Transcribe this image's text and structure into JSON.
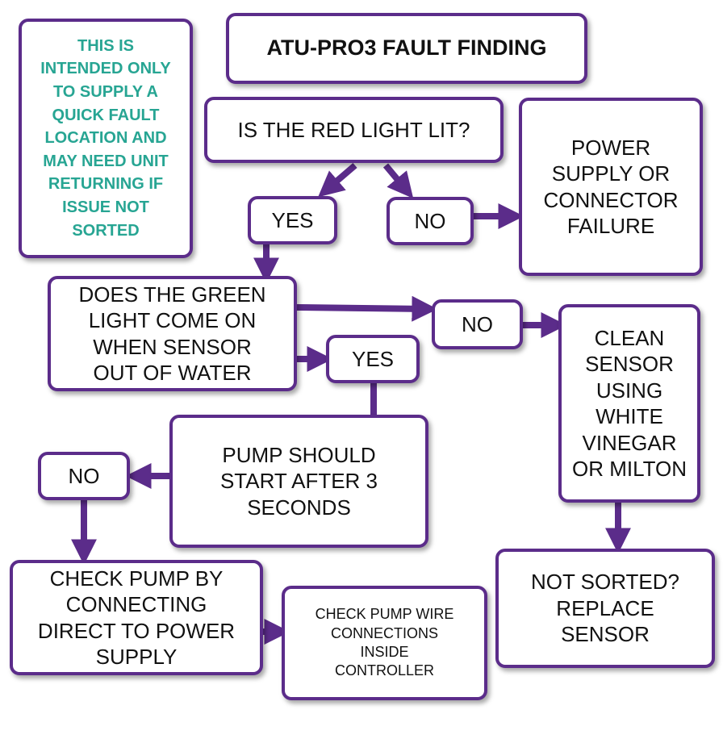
{
  "colors": {
    "border": "#5b2c8a",
    "arrow": "#5b2c8a",
    "note_text": "#27a593",
    "text": "#111111",
    "background": "#ffffff"
  },
  "diagram": {
    "note": "THIS IS\nINTENDED ONLY\nTO SUPPLY A\nQUICK FAULT\nLOCATION AND\nMAY NEED UNIT\nRETURNING IF\nISSUE NOT\nSORTED",
    "title": "ATU-Pro3 FAULT FINDING",
    "q_red_light": "IS THE RED LIGHT LIT?",
    "yes_1": "YES",
    "no_1": "NO",
    "power_failure": "POWER\nSUPPLY OR\nCONNECTOR\nFAILURE",
    "q_green_light": "DOES THE GREEN\nLIGHT COME ON\nWHEN SENSOR\nOUT OF WATER",
    "no_2": "NO",
    "yes_2": "YES",
    "clean_sensor": "CLEAN\nSENSOR\nUSING\nWHITE\nVINEGAR\nOR MILTON",
    "pump_start": "PUMP SHOULD\nSTART AFTER 3\nSECONDS",
    "no_3": "NO",
    "not_sorted": "NOT SORTED?\nREPLACE\nSENSOR",
    "check_pump": "CHECK PUMP BY\nCONNECTING\nDIRECT TO POWER\nSUPPLY",
    "check_wire": "CHECK PUMP WIRE\nCONNECTIONS\nINSIDE\nCONTROLLER"
  }
}
